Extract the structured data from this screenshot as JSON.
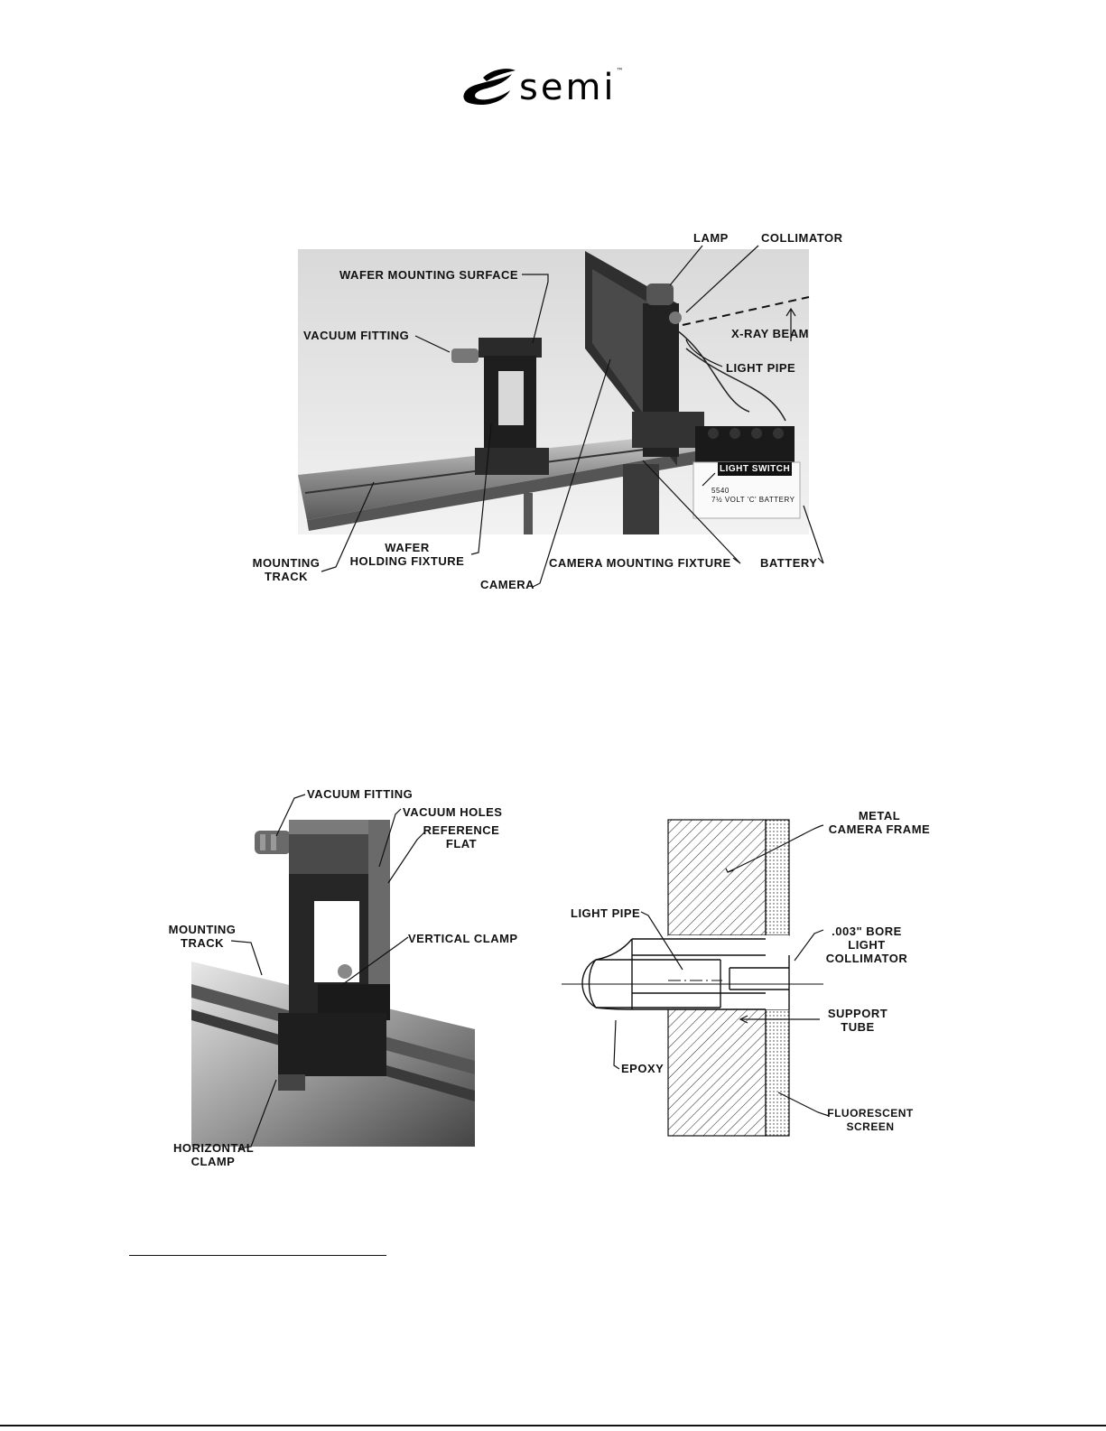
{
  "header": {
    "logo_text": "semi",
    "logo_tm": "™",
    "logo_icon": "semi-swoosh-icon"
  },
  "figure1": {
    "labels": {
      "lamp": "LAMP",
      "collimator": "COLLIMATOR",
      "wafer_mounting_surface": "WAFER MOUNTING SURFACE",
      "vacuum_fitting": "VACUUM  FITTING",
      "xray_beam": "X-RAY BEAM",
      "light_pipe": "LIGHT PIPE",
      "light_switch": "LIGHT SWITCH",
      "battery_label_1": "5540",
      "battery_label_2": "7½ VOLT 'C' BATTERY",
      "mounting_track_1": "MOUNTING",
      "mounting_track_2": "TRACK",
      "wafer_holding_1": "WAFER",
      "wafer_holding_2": "HOLDING  FIXTURE",
      "camera": "CAMERA",
      "camera_mounting_fixture": "CAMERA MOUNTING  FIXTURE",
      "battery": "BATTERY"
    }
  },
  "figure2": {
    "labels": {
      "vacuum_fitting": "VACUUM  FITTING",
      "vacuum_holes": "VACUUM HOLES",
      "reference_1": "REFERENCE",
      "reference_2": "FLAT",
      "mounting_1": "MOUNTING",
      "mounting_2": "TRACK",
      "vertical_clamp": "VERTICAL CLAMP",
      "horizontal_1": "HORIZONTAL",
      "horizontal_2": "CLAMP"
    }
  },
  "figure3": {
    "labels": {
      "metal_1": "METAL",
      "metal_2": "CAMERA  FRAME",
      "light_pipe": "LIGHT  PIPE",
      "bore_1": ".003\" BORE",
      "bore_2": "LIGHT",
      "bore_3": "COLLIMATOR",
      "support_1": "SUPPORT",
      "support_2": "TUBE",
      "epoxy": "EPOXY",
      "fluor_1": "FLUORESCENT",
      "fluor_2": "SCREEN"
    }
  }
}
